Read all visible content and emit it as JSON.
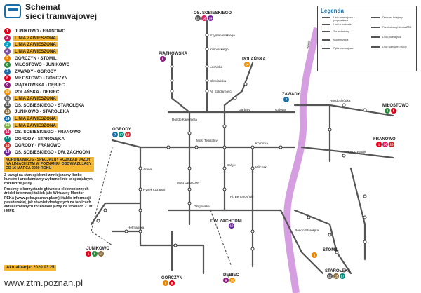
{
  "title": {
    "line1": "Schemat",
    "line2": "sieci tramwajowej"
  },
  "lines": [
    {
      "num": "1",
      "name": "JUNIKOWO - FRANOWO",
      "color": "#e2001a",
      "highlight": false
    },
    {
      "num": "2",
      "name": "LINIA ZAWIESZONA",
      "color": "#c2185b",
      "highlight": true
    },
    {
      "num": "3",
      "name": "LINIA ZAWIESZONA",
      "color": "#00a0c6",
      "highlight": true
    },
    {
      "num": "4",
      "name": "LINIA ZAWIESZONA",
      "color": "#7b4fa0",
      "highlight": true
    },
    {
      "num": "5",
      "name": "GÓRCZYN - STOMIL",
      "color": "#e98300",
      "highlight": false
    },
    {
      "num": "6",
      "name": "MIŁOSTOWO - JUNIKOWO",
      "color": "#2e8b3d",
      "highlight": false
    },
    {
      "num": "7",
      "name": "ZAWADY - OGRODY",
      "color": "#1a6ea8",
      "highlight": false
    },
    {
      "num": "8",
      "name": "MIŁOSTOWO - GÓRCZYN",
      "color": "#e2001a",
      "highlight": false
    },
    {
      "num": "9",
      "name": "PIĄTKOWSKA - DĘBIEC",
      "color": "#8a1c7c",
      "highlight": false
    },
    {
      "num": "10",
      "name": "POLAŃSKA - DĘBIEC",
      "color": "#f39200",
      "highlight": false
    },
    {
      "num": "11",
      "name": "LINIA ZAWIESZONA",
      "color": "#6f6f6f",
      "highlight": true
    },
    {
      "num": "12",
      "name": "OS. SOBIESKIEGO - STAROŁĘKA",
      "color": "#555555",
      "highlight": false
    },
    {
      "num": "13",
      "name": "JUNIKOWO - STAROŁĘKA",
      "color": "#8a6d3b",
      "highlight": false
    },
    {
      "num": "14",
      "name": "LINIA ZAWIESZONA",
      "color": "#0070b8",
      "highlight": true
    },
    {
      "num": "15",
      "name": "LINIA ZAWIESZONA",
      "color": "#7bb241",
      "highlight": true
    },
    {
      "num": "16",
      "name": "OS. SOBIESKIEGO - FRANOWO",
      "color": "#d81b60",
      "highlight": false
    },
    {
      "num": "17",
      "name": "OGRODY - STAROŁĘKA",
      "color": "#00897b",
      "highlight": false
    },
    {
      "num": "18",
      "name": "OGRODY - FRANOWO",
      "color": "#c62828",
      "highlight": false
    },
    {
      "num": "19",
      "name": "OS. SOBIESKIEGO - DW. ZACHODNI",
      "color": "#6a1b9a",
      "highlight": false
    }
  ],
  "notice": {
    "header": "KORONAWIRUS - SPECJALNY ROZKŁAD JAZDY NA LINIACH ZTM W POZNANIU, OBOWIĄZUJĄCY OD 16 MARCA 2020 ROKU",
    "p1": "Z uwagi na stan epidemii zmniejszamy liczbę kursów i uruchamiamy wybrane linie w specjalnym rozkładzie jazdy.",
    "p2": "Prosimy o korzystanie głównie z elektronicznych źródeł informacji takich jak: Wirtualny Monitor PEKA (www.peka.poznan.pl/vm) i tablic informacji pasażerskiej, jak również dostępnych na tablicach aktualizowanych rozkładów jazdy na stronach ZTM i MPK."
  },
  "update": "Aktualizacja: 2020.03.25",
  "website": "www.ztm.poznan.pl",
  "legend": {
    "title": "Legenda",
    "items": [
      "Linia tramwajowa z przystankami",
      "Linia w budowie",
      "Tor techniczny",
      "Modernizacja",
      "Pętla tramwajowa",
      "Dworzec kolejowy",
      "Punkt obsługi klienta ZTM",
      "Linia podmiejska",
      "Linie kolejowe i stacje"
    ]
  },
  "map": {
    "terminals": [
      {
        "name": "OS. SOBIESKIEGO",
        "lines": [
          "12",
          "16",
          "19"
        ]
      },
      {
        "name": "PIĄTKOWSKA",
        "lines": [
          "9"
        ]
      },
      {
        "name": "POLAŃSKA",
        "lines": [
          "10"
        ]
      },
      {
        "name": "ZAWADY",
        "lines": [
          "7"
        ]
      },
      {
        "name": "MIŁOSTOWO",
        "lines": [
          "6",
          "8"
        ]
      },
      {
        "name": "FRANOWO",
        "lines": [
          "1",
          "16",
          "18"
        ]
      },
      {
        "name": "OGRODY",
        "lines": [
          "7",
          "17",
          "18"
        ]
      },
      {
        "name": "JUNIKOWO",
        "lines": [
          "1",
          "6",
          "13"
        ]
      },
      {
        "name": "GÓRCZYN",
        "lines": [
          "5",
          "8"
        ]
      },
      {
        "name": "DĘBIEC",
        "lines": [
          "9",
          "10"
        ]
      },
      {
        "name": "STOMIL",
        "lines": [
          "5"
        ]
      },
      {
        "name": "STAROŁĘKA",
        "lines": [
          "12",
          "13",
          "17"
        ]
      },
      {
        "name": "DW. ZACHODNI",
        "lines": [
          "19"
        ]
      }
    ],
    "stops": [
      "Szymanowskiego",
      "Kurpińskiego",
      "Lechicka",
      "Słowiańska",
      "Al. Solidarności",
      "Most Teatralny",
      "Rondo Kaponiera",
      "Most Dworcowy",
      "Bałtyk",
      "Rondo Śródka",
      "Pl. Bernardyński",
      "Wilczak",
      "Kórnicka",
      "Rondo Starołęka",
      "Garbary",
      "Gajowa",
      "Rondo Rataje",
      "Głogowska",
      "Hetmańska",
      "Rynek Łazarski",
      "Arena"
    ],
    "river": "Warta"
  }
}
